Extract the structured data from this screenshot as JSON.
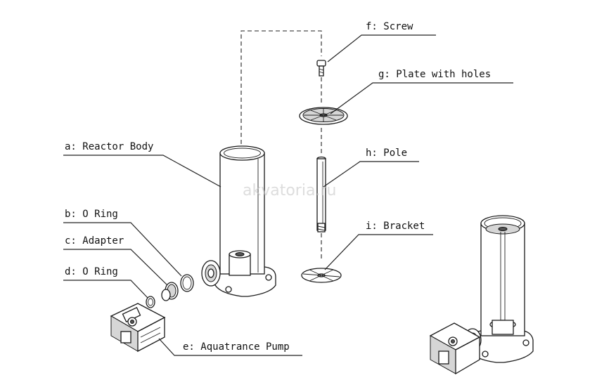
{
  "labels": {
    "a": "a: Reactor Body",
    "b": "b: O Ring",
    "c": "c: Adapter",
    "d": "d: O Ring",
    "e": "e: Aquatrance Pump",
    "f": "f: Screw",
    "g": "g: Plate with holes",
    "h": "h: Pole",
    "i": "i: Bracket"
  },
  "watermark": "akvatoria.ru"
}
